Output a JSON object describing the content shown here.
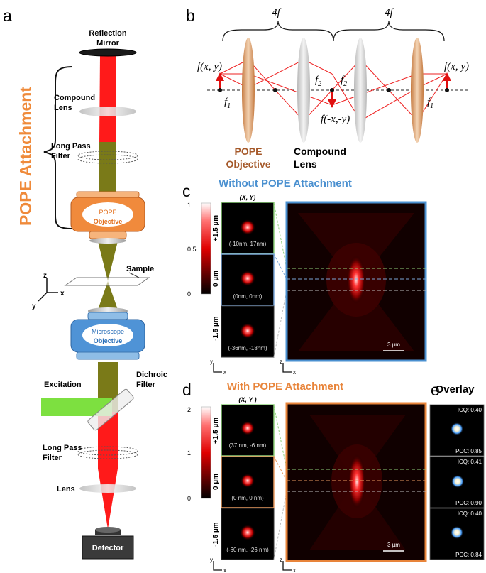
{
  "panels": {
    "a": {
      "letter": "a",
      "attachment_title": "POPE Attachment",
      "labels": {
        "mirror_line1": "Reflection",
        "mirror_line2": "Mirror",
        "compound_line1": "Compound",
        "compound_line2": "Lens",
        "lpf_top_line1": "Long Pass",
        "lpf_top_line2": "Filter",
        "pope_obj_line1": "POPE",
        "pope_obj_line2": "Objective",
        "sample": "Sample",
        "axis_z": "z",
        "axis_x": "x",
        "axis_y": "y",
        "mic_obj_line1": "Microscope",
        "mic_obj_line2": "Objective",
        "excitation": "Excitation",
        "dichroic_line1": "Dichroic",
        "dichroic_line2": "Filter",
        "lpf_bottom_line1": "Long Pass",
        "lpf_bottom_line2": "Filter",
        "lens": "Lens",
        "detector": "Detector"
      }
    },
    "b": {
      "letter": "b",
      "span_left": "4f",
      "span_right": "4f",
      "f_left": "f(x, y)",
      "f_right": "f(x, y)",
      "f_center": "f(-x,-y)",
      "f1_left": "f",
      "f1_left_sub": "1",
      "f1_right": "f",
      "f1_right_sub": "1",
      "f2_left": "f",
      "f2_left_sub": "2",
      "f2_right": "f",
      "f2_right_sub": "2",
      "pope_line1": "POPE",
      "pope_line2": "Objective",
      "compound_line1": "Compound",
      "compound_line2": "Lens"
    },
    "c": {
      "letter": "c",
      "title": "Without POPE Attachment",
      "colorbar_ticks": [
        "1",
        "0.5",
        "0"
      ],
      "xy_header": "(X, Y)",
      "z_labels": [
        "+1.5 µm",
        "0 µm",
        "-1.5 µm"
      ],
      "coords": [
        "(-10nm, 17nm)",
        "(0nm, 0nm)",
        "(-36nm, -18nm)"
      ],
      "scale_bar": "3 µm",
      "axis_y": "y",
      "axis_x": "x",
      "axis_z": "z",
      "axis_x2": "x",
      "accent": "#4a90d0"
    },
    "d": {
      "letter": "d",
      "title": "With POPE Attachment",
      "colorbar_ticks": [
        "2",
        "1",
        "0"
      ],
      "xy_header": "(X, Y )",
      "z_labels": [
        "+1.5 µm",
        "0 µm",
        "-1.5 µm"
      ],
      "coords": [
        "(37 nm, -6 nm)",
        "(0 nm, 0 nm)",
        "(-60 nm, -26 nm)"
      ],
      "scale_bar": "3 µm",
      "axis_y": "y",
      "axis_x": "x",
      "axis_z": "z",
      "axis_x2": "x",
      "accent": "#e8843a"
    },
    "e": {
      "letter": "e",
      "title": "Overlay",
      "tiles": [
        {
          "icq": "ICQ: 0.40",
          "pcc": "PCC: 0.85"
        },
        {
          "icq": "ICQ: 0.41",
          "pcc": "PCC: 0.90"
        },
        {
          "icq": "ICQ: 0.40",
          "pcc": "PCC: 0.84"
        }
      ]
    }
  },
  "colors": {
    "beam_red": "#ff1a1a",
    "beam_olive": "#7a7a18",
    "excitation_green": "#7de040",
    "pope_orange": "#f08a3c",
    "microscope_blue": "#4f93d6",
    "pope_lens_tan": "#d9a070",
    "guide_green": "#8ed07a",
    "guide_blue": "#7aa6d8",
    "guide_orange": "#e89a60",
    "guide_gray": "#bbbbbb"
  }
}
